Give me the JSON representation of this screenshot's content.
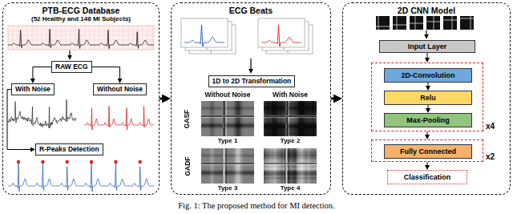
{
  "diagram": {
    "caption": "Fig. 1: The proposed method for MI detection.",
    "nodes": [
      {
        "text": [
          "PTB-ECG Database",
          "(52 Healthy and 148 MI Subjects)"
        ]
      },
      {
        "text": [
          "RAW ECG"
        ],
        "in": 0
      },
      {
        "text": [
          "With Noise"
        ],
        "in": 0
      },
      {
        "text": [
          "Without Noise"
        ],
        "in": 0
      },
      {
        "text": [
          "R-Peaks Detection"
        ],
        "in": 0
      },
      {
        "text": [
          "ECG Beats"
        ]
      },
      {
        "text": [
          "1D to 2D Transformation"
        ],
        "in": 5
      },
      {
        "text": [
          "Type 1"
        ],
        "in": 5
      },
      {
        "text": [
          "Type 2"
        ],
        "in": 5
      },
      {
        "text": [
          "Type 3"
        ],
        "in": 5
      },
      {
        "text": [
          "Type 4"
        ],
        "in": 5
      },
      {
        "text": [
          "2D CNN Model"
        ]
      },
      {
        "text": [
          "Input Layer"
        ],
        "in": 11
      },
      {
        "text": [
          "x4"
        ],
        "in": 11
      },
      {
        "text": [
          "2D-Convolution"
        ],
        "in": 13
      },
      {
        "text": [
          "Relu"
        ],
        "in": 13
      },
      {
        "text": [
          "Max-Pooling"
        ],
        "in": 13
      },
      {
        "text": [
          "x2"
        ],
        "in": 11
      },
      {
        "text": [
          "Fully Connected"
        ],
        "in": 17
      },
      {
        "text": [
          "Classification"
        ],
        "in": 11
      }
    ],
    "edges": [
      {
        "from": 0,
        "to": 5,
        "arrow": "to"
      },
      {
        "from": 5,
        "to": 11,
        "arrow": "to"
      },
      {
        "from": 1,
        "to": 2,
        "arrow": "to"
      },
      {
        "from": 1,
        "to": 3,
        "arrow": "to"
      },
      {
        "from": 2,
        "to": 4,
        "arrow": "to"
      },
      {
        "from": 12,
        "to": 13,
        "arrow": "to"
      },
      {
        "from": 14,
        "to": 15,
        "arrow": "to"
      },
      {
        "from": 15,
        "to": 16,
        "arrow": "to"
      },
      {
        "from": 13,
        "to": 17,
        "arrow": "to"
      },
      {
        "from": 17,
        "to": 19,
        "arrow": "to"
      }
    ],
    "labels": [
      "Without Noise",
      "With Noise",
      "GASF",
      "GADF"
    ]
  }
}
